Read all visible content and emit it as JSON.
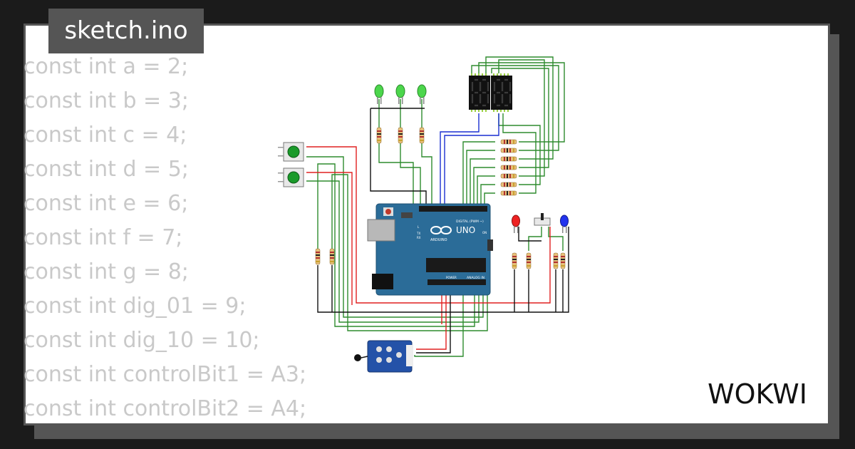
{
  "title_tab": "sketch.ino",
  "code_lines": [
    "const int a = 2;",
    "const int b = 3;",
    "const int c = 4;",
    "const int d = 5;",
    "const int e = 6;",
    "const int f = 7;",
    "const int g = 8;",
    "const int dig_01 = 9;",
    "const int dig_10 = 10;",
    "const int controlBit1 = A3;",
    "const int controlBit2 = A4;"
  ],
  "board": {
    "name": "UNO",
    "brand": "ARDUINO",
    "digital_header": "DIGITAL (PWM ~)",
    "analog_header": "ANALOG IN",
    "power_header": "POWER",
    "tx": "TX",
    "rx": "RX",
    "on": "ON",
    "l": "L"
  },
  "logo_text": "WOKWI",
  "colors": {
    "background": "#1b1b1b",
    "tab": "#555555",
    "code_text": "#c9c9c9",
    "wire_green": "#2e8b2e",
    "wire_red": "#e02020",
    "wire_blue": "#1a2fd0",
    "wire_black": "#111111",
    "board": "#2b6c98"
  },
  "icons": [
    "arduino-uno",
    "seven-segment-display",
    "push-button",
    "led",
    "resistor",
    "slide-switch",
    "temperature-sensor",
    "wokwi-logo"
  ]
}
